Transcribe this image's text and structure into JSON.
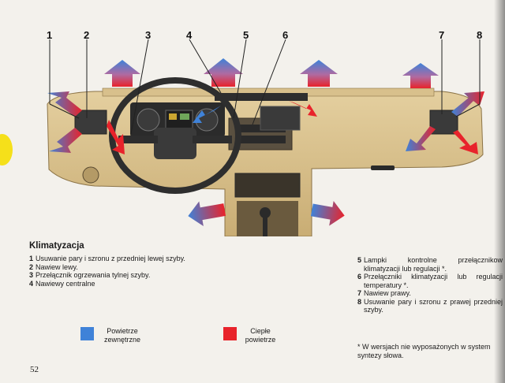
{
  "callouts": [
    "1",
    "2",
    "3",
    "4",
    "5",
    "6",
    "7",
    "8"
  ],
  "section_title": "Klimatyzacja",
  "left_items": [
    {
      "num": "1",
      "text": "Usuwanie pary i szronu z przedniej lewej szyby."
    },
    {
      "num": "2",
      "text": "Nawiew lewy."
    },
    {
      "num": "3",
      "text": "Przełącznik ogrzewania tylnej szyby."
    },
    {
      "num": "4",
      "text": "Nawiewy centralne"
    }
  ],
  "right_items": [
    {
      "num": "5",
      "text": "Lampki kontrolne przełącznikow klimatyzacji lub regulacji *."
    },
    {
      "num": "6",
      "text": "Przełączniki klimatyzacji lub regulacji temperatury *."
    },
    {
      "num": "7",
      "text": "Nawiew prawy."
    },
    {
      "num": "8",
      "text": "Usuwanie pary i szronu z prawej przedniej szyby."
    }
  ],
  "legend": {
    "outside_air": {
      "label": "Powietrze zewnętrzne",
      "color": "#3f82d8"
    },
    "warm_air": {
      "label": "Ciepłe powietrze",
      "color": "#e8232b"
    }
  },
  "footnote": "* W wersjach nie wyposażonych w system syntezy słowa.",
  "page_number": "52"
}
